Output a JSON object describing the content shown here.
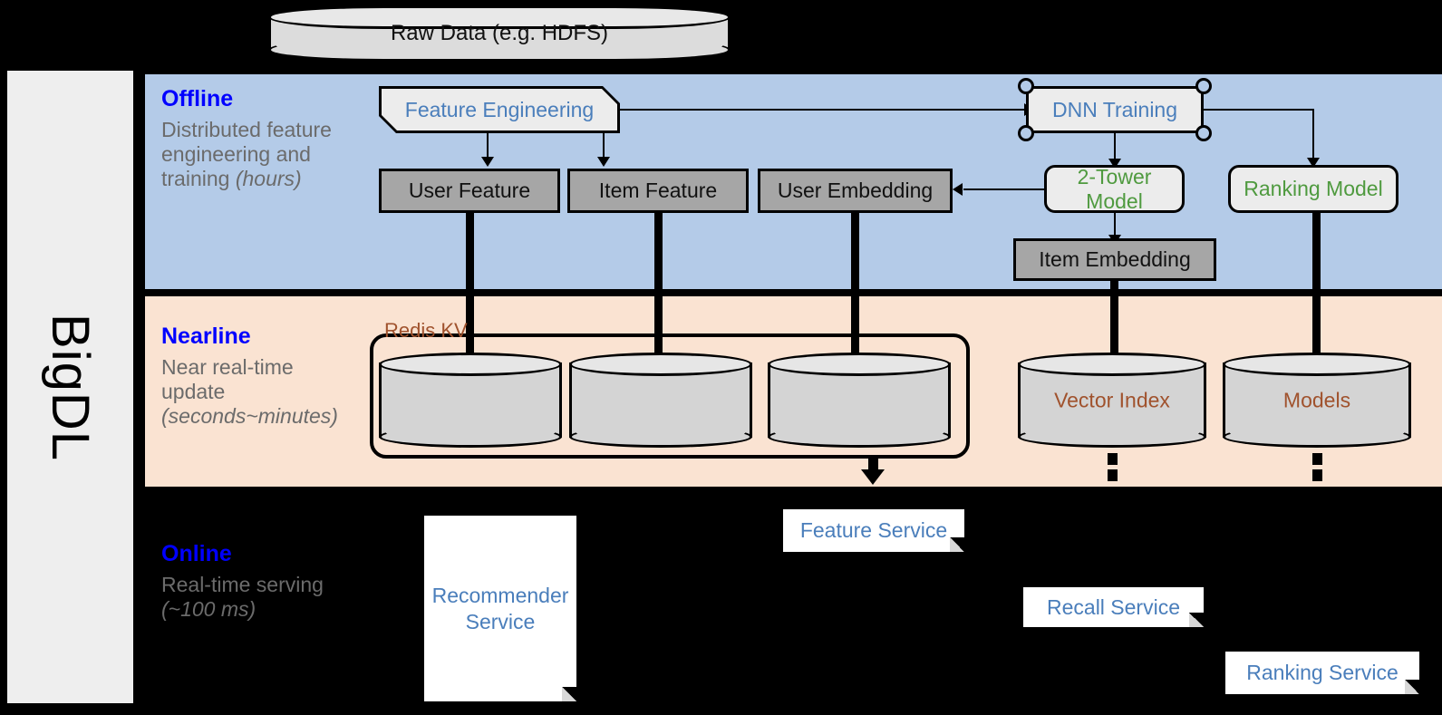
{
  "brand": {
    "name": "BigDL"
  },
  "colors": {
    "offline_band": "#b4cbe8",
    "nearline_band": "#fae3d2",
    "online_band": "#000000",
    "band_title": "#0000ff",
    "band_sub": "#6b6b6b",
    "blue_text": "#4a7ebb",
    "green_text": "#4f9a3f",
    "brown_text": "#a0522d",
    "gray_box": "#a6a6a6",
    "light_box": "#ececec",
    "rail": "#eeeeee"
  },
  "top": {
    "raw_data": "Raw Data (e.g. HDFS)"
  },
  "bands": [
    {
      "id": "offline",
      "title": "Offline",
      "subtitle_plain": "Distributed feature engineering and training ",
      "subtitle_italic": "(hours)"
    },
    {
      "id": "nearline",
      "title": "Nearline",
      "subtitle_plain": "Near real-time update ",
      "subtitle_italic": "(seconds~minutes)"
    },
    {
      "id": "online",
      "title": "Online",
      "subtitle_plain": "Real-time serving ",
      "subtitle_italic": "(~100 ms)"
    }
  ],
  "offline": {
    "feature_engineering": "Feature Engineering",
    "dnn_training": "DNN Training",
    "user_feature": "User Feature",
    "item_feature": "Item Feature",
    "user_embedding": "User Embedding",
    "two_tower_model": "2-Tower Model",
    "ranking_model": "Ranking Model",
    "item_embedding": "Item Embedding"
  },
  "nearline": {
    "redis_kv": "Redis KV",
    "store_1": "",
    "store_2": "",
    "store_3": "",
    "vector_index": "Vector Index",
    "models": "Models"
  },
  "online": {
    "recommender_service": "Recommender Service",
    "feature_service": "Feature Service",
    "recall_service": "Recall Service",
    "ranking_service": "Ranking Service"
  }
}
